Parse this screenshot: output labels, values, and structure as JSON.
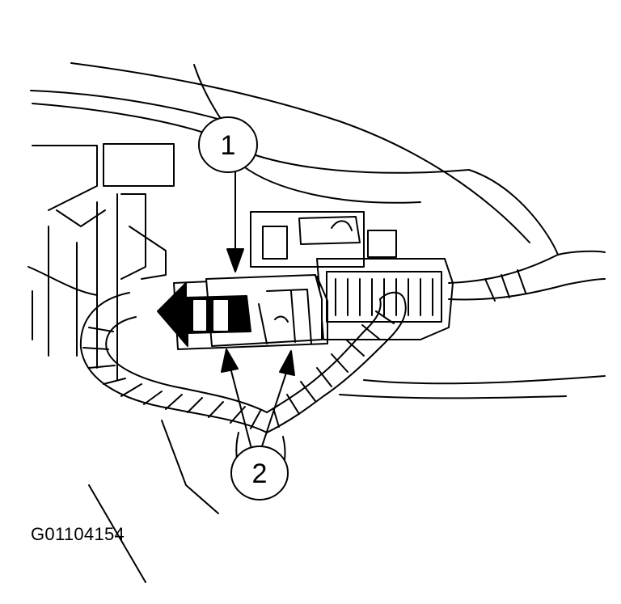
{
  "figure": {
    "callouts": [
      {
        "label": "1"
      },
      {
        "label": "2"
      }
    ],
    "id_text": "G01104154"
  },
  "colors": {
    "ink": "#000000",
    "paper": "#ffffff"
  }
}
